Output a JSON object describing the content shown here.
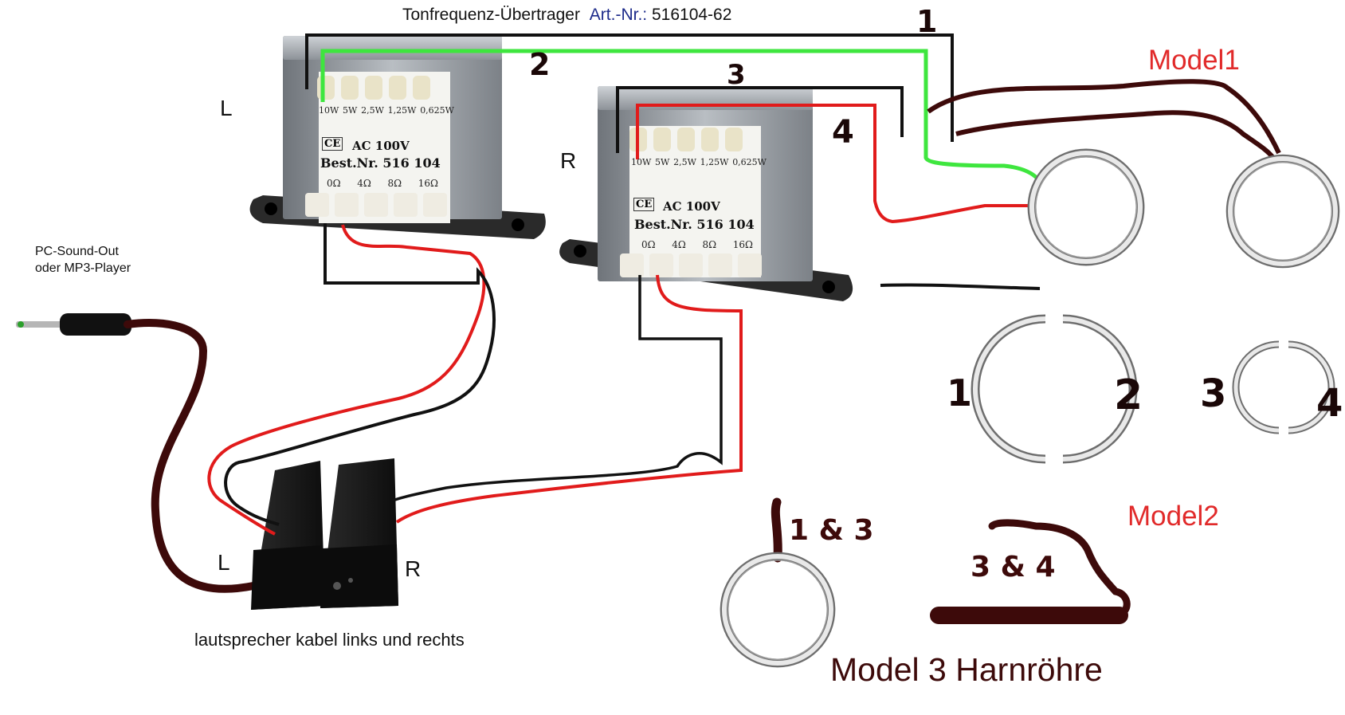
{
  "header": {
    "title": "Tonfrequenz-Übertrager",
    "art_label": "Art.-Nr.:",
    "art_number": "516104-62"
  },
  "transformer": {
    "taps": [
      "10W",
      "5W",
      "2,5W",
      "1,25W",
      "0,625W"
    ],
    "ce_mark": "CE",
    "voltage": "AC 100V",
    "order_no": "Best.Nr. 516 104",
    "ohms": [
      "0Ω",
      "4Ω",
      "8Ω",
      "16Ω"
    ]
  },
  "transformer_left": {
    "side_label": "L"
  },
  "transformer_right": {
    "side_label": "R"
  },
  "source": {
    "line1": "PC-Sound-Out",
    "line2": "oder MP3-Player"
  },
  "speakers": {
    "left_label": "L",
    "right_label": "R",
    "caption": "lautsprecher kabel links und rechts"
  },
  "wire_numbers": [
    "1",
    "2",
    "3",
    "4"
  ],
  "model1": {
    "label": "Model1"
  },
  "model2": {
    "label": "Model2",
    "ring_big_left": "1",
    "ring_big_right": "2",
    "ring_small_left": "3",
    "ring_small_right": "4"
  },
  "model3": {
    "label": "Model 3 Harnröhre",
    "ring_label": "1 & 3",
    "rod_label": "3 & 4"
  },
  "colors": {
    "black_wire": "#111111",
    "red_wire": "#e11b1b",
    "green_wire": "#3ee63e",
    "brown_wire": "#3d0a0a",
    "model_label": "#e12a2a",
    "model3_label": "#3d0a0a",
    "art_label": "#1c2a8a"
  }
}
